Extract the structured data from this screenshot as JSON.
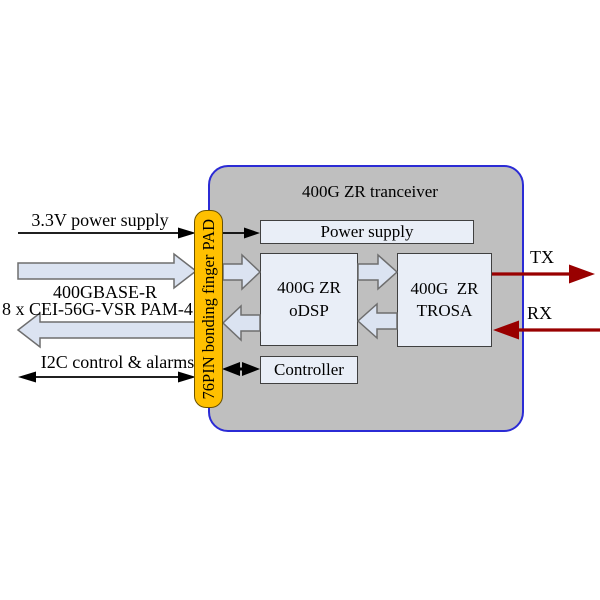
{
  "colors": {
    "ink": "#000000",
    "optical": "#990000",
    "container_fill": "#bfbfbf",
    "container_border": "#2b2bd5",
    "box_fill": "#e9eef7",
    "box_border": "#404040",
    "arrow_fill": "#dbe3f1",
    "arrow_stroke": "#6e6e6e",
    "pad_fill": "#ffc000",
    "pad_border": "#6b5200",
    "page_bg": "#ffffff"
  },
  "diagram": {
    "title": "400G ZR tranceiver",
    "pad_label": "76PIN bonding finger PAD",
    "blocks": {
      "power_supply": "Power supply",
      "odsp": "400G ZR\noDSP",
      "trosa": "400G  ZR\nTROSA",
      "controller": "Controller"
    },
    "host_side": {
      "power_label": "3.3V power supply",
      "data_label_line1": "400GBASE-R",
      "data_label_line2": "8 x CEI-56G-VSR PAM-4",
      "i2c_label": "I2C control & alarms"
    },
    "line_side": {
      "tx_label": "TX",
      "rx_label": "RX"
    }
  }
}
